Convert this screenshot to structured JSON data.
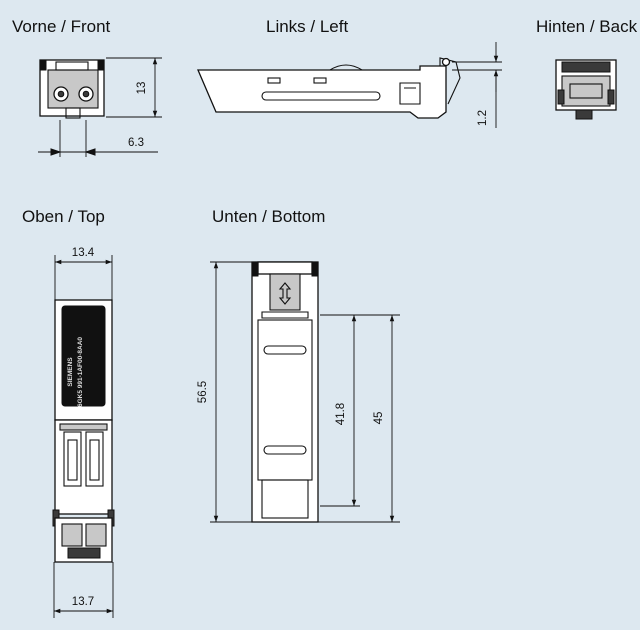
{
  "views": {
    "front": {
      "title": "Vorne / Front",
      "dims": {
        "height": "13",
        "width": "6.3"
      }
    },
    "left": {
      "title": "Links / Left",
      "dims": {
        "offset": "1.2"
      }
    },
    "back": {
      "title": "Hinten / Back"
    },
    "top": {
      "title": "Oben / Top",
      "dims": {
        "top_width": "13.4",
        "bottom_width": "13.7"
      },
      "label": {
        "brand": "SIEMENS",
        "order_number": "6GK5 991-1AF00-8AA0"
      }
    },
    "bottom": {
      "title": "Unten / Bottom",
      "dims": {
        "total_length": "56.5",
        "length_a": "41.8",
        "length_b": "45"
      }
    }
  }
}
